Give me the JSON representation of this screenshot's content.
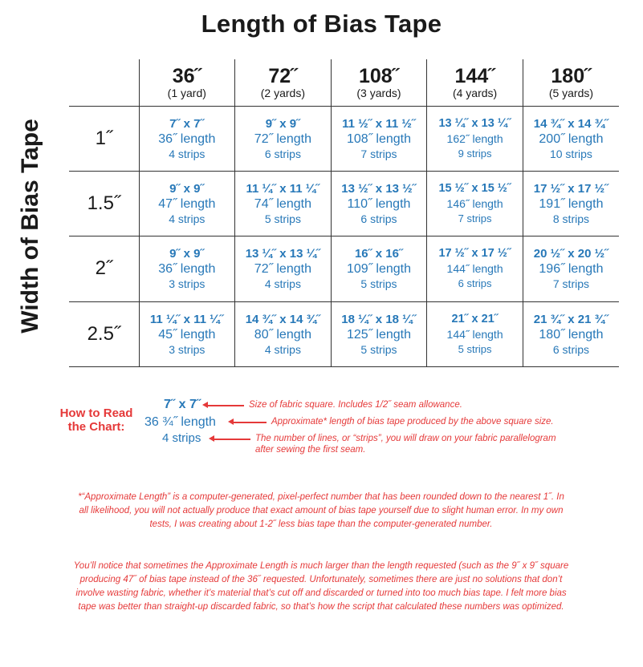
{
  "title": "Length of Bias Tape",
  "side_label": "Width of Bias Tape",
  "columns": [
    {
      "size": "36˝",
      "yards": "(1 yard)"
    },
    {
      "size": "72˝",
      "yards": "(2 yards)"
    },
    {
      "size": "108˝",
      "yards": "(3 yards)"
    },
    {
      "size": "144˝",
      "yards": "(4 yards)"
    },
    {
      "size": "180˝",
      "yards": "(5 yards)"
    }
  ],
  "rows": [
    {
      "width": "1˝",
      "cells": [
        {
          "square": "7˝ x 7˝",
          "length": "36˝ length",
          "strips": "4 strips"
        },
        {
          "square": "9˝ x 9˝",
          "length": "72˝ length",
          "strips": "6 strips"
        },
        {
          "square": "11 ½˝ x 11 ½˝",
          "length": "108˝ length",
          "strips": "7 strips"
        },
        {
          "square": "13 ¼˝ x 13 ¼˝",
          "length": "162˝ length",
          "strips": "9 strips"
        },
        {
          "square": "14 ¾˝ x 14 ¾˝",
          "length": "200˝ length",
          "strips": "10 strips"
        }
      ]
    },
    {
      "width": "1.5˝",
      "cells": [
        {
          "square": "9˝ x 9˝",
          "length": "47˝ length",
          "strips": "4 strips"
        },
        {
          "square": "11 ¼˝ x 11 ¼˝",
          "length": "74˝ length",
          "strips": "5 strips"
        },
        {
          "square": "13 ½˝ x 13 ½˝",
          "length": "110˝ length",
          "strips": "6 strips"
        },
        {
          "square": "15 ½˝ x 15 ½˝",
          "length": "146˝ length",
          "strips": "7 strips"
        },
        {
          "square": "17 ½˝ x 17 ½˝",
          "length": "191˝ length",
          "strips": "8 strips"
        }
      ]
    },
    {
      "width": "2˝",
      "cells": [
        {
          "square": "9˝ x 9˝",
          "length": "36˝ length",
          "strips": "3 strips"
        },
        {
          "square": "13 ¼˝ x 13 ¼˝",
          "length": "72˝ length",
          "strips": "4 strips"
        },
        {
          "square": "16˝ x 16˝",
          "length": "109˝ length",
          "strips": "5 strips"
        },
        {
          "square": "17 ½˝ x 17 ½˝",
          "length": "144˝ length",
          "strips": "6 strips"
        },
        {
          "square": "20 ½˝ x 20 ½˝",
          "length": "196˝ length",
          "strips": "7 strips"
        }
      ]
    },
    {
      "width": "2.5˝",
      "cells": [
        {
          "square": "11 ¼˝ x 11 ¼˝",
          "length": "45˝ length",
          "strips": "3 strips"
        },
        {
          "square": "14 ¾˝ x 14 ¾˝",
          "length": "80˝ length",
          "strips": "4 strips"
        },
        {
          "square": "18 ¼˝ x 18 ¼˝",
          "length": "125˝ length",
          "strips": "5 strips"
        },
        {
          "square": "21˝ x 21˝",
          "length": "144˝ length",
          "strips": "5 strips"
        },
        {
          "square": "21 ¾˝ x 21 ¾˝",
          "length": "180˝ length",
          "strips": "6 strips"
        }
      ]
    }
  ],
  "legend": {
    "heading": "How to Read the Chart:",
    "example_square": "7˝ x 7˝",
    "example_length": "36 ¾˝ length",
    "example_strips": "4 strips",
    "note_square": "Size of fabric square. Includes 1/2˝ seam allowance.",
    "note_length": "Approximate* length of bias tape produced by the above square size.",
    "note_strips_1": "The number of lines, or “strips”, you will draw on your fabric parallelogram",
    "note_strips_2": "after sewing the first seam."
  },
  "footnote_1": "*“Approximate Length” is a computer-generated, pixel-perfect number that has been rounded down to the nearest 1˝. In all likelihood, you will not actually produce that exact amount of bias tape yourself due to slight human error. In my own tests, I was creating about 1-2˝ less bias tape than the computer-generated number.",
  "footnote_2": "You’ll notice that sometimes the Approximate Length is much larger than the length requested (such as the 9˝ x 9˝ square producing 47˝ of bias tape instead of the 36˝ requested. Unfortunately, sometimes there are just no solutions that don’t involve wasting fabric, whether it’s material that’s cut off and discarded or turned into too much bias tape. I felt more bias tape was better than straight-up discarded fabric, so that’s how the script that calculated these numbers was optimized.",
  "colors": {
    "accent_blue": "#2778b8",
    "accent_red": "#e53939"
  }
}
